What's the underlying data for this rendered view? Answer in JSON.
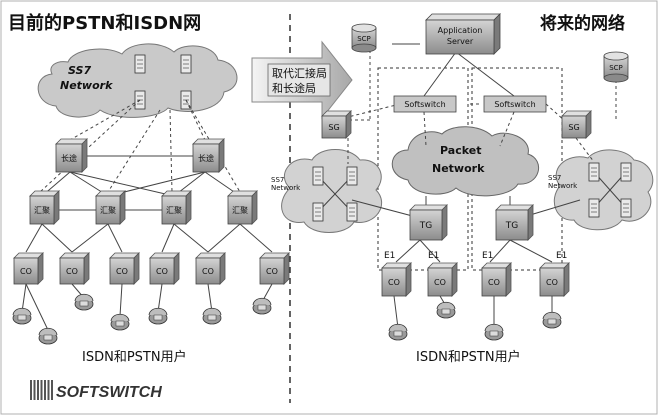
{
  "titles": {
    "left": "目前的PSTN和ISDN网",
    "right": "将来的网络"
  },
  "left_network": {
    "cloud_label": "SS7\nNetwork",
    "tandem_label": "长途",
    "local_label": "汇聚",
    "end_label": "CO",
    "users_label": "ISDN和PSTN用户"
  },
  "center": {
    "arrow_text": "取代汇接局\n和长途局"
  },
  "right_network": {
    "scp_label": "SCP",
    "app_server_label": "Application\nServer",
    "softswitch_label": "Softswitch",
    "sg_label": "SG",
    "packet_label": "Packet\nNetwork",
    "ss7_label": "SS7\nNetwork",
    "tg_label": "TG",
    "e1_label": "E1",
    "end_label": "CO",
    "users_label": "ISDN和PSTN用户"
  },
  "brand": {
    "logo_text": "SOFTSWITCH"
  }
}
